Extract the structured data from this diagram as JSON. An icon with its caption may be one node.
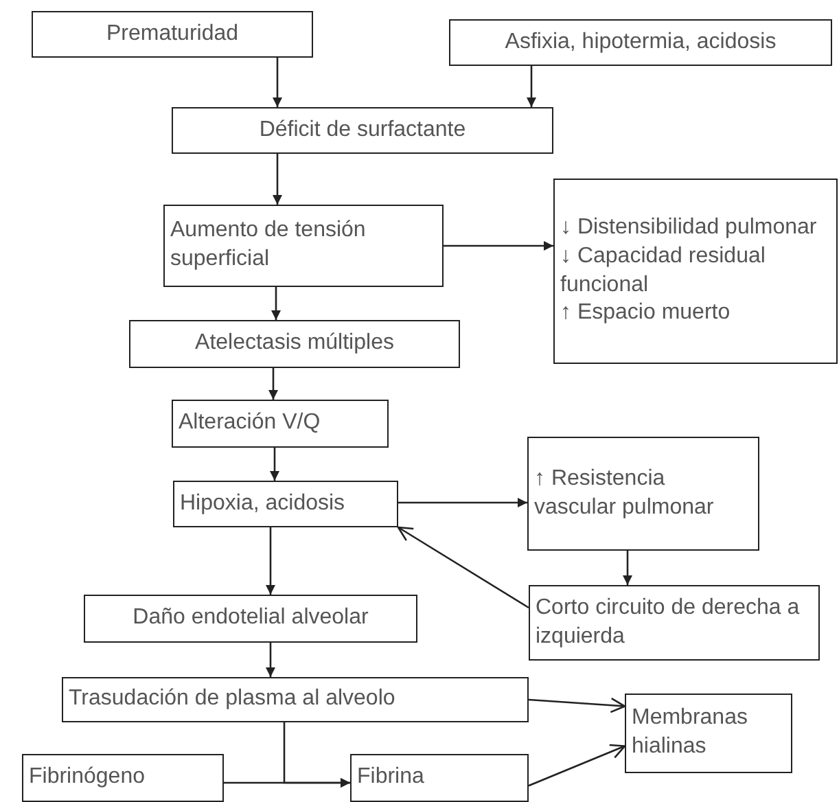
{
  "diagram": {
    "nodes": [
      {
        "text": [
          "Prematuridad"
        ]
      },
      {
        "text": [
          "Asfixia, hipotermia, acidosis"
        ]
      },
      {
        "text": [
          "Déficit de surfactante"
        ]
      },
      {
        "text": [
          "Aumento de tensión superficial"
        ]
      },
      {
        "text": [
          "↓ Distensibilidad pulmonar",
          "↓ Capacidad residual funcional",
          "↑ Espacio muerto"
        ]
      },
      {
        "text": [
          "Atelectasis múltiples"
        ]
      },
      {
        "text": [
          "Alteración V/Q"
        ]
      },
      {
        "text": [
          "Hipoxia, acidosis"
        ]
      },
      {
        "text": [
          "↑ Resistencia vascular pulmonar"
        ]
      },
      {
        "text": [
          "Corto circuito de derecha a izquierda"
        ]
      },
      {
        "text": [
          "Daño endotelial alveolar"
        ]
      },
      {
        "text": [
          "Trasudación de plasma al alveolo"
        ]
      },
      {
        "text": [
          "Membranas hialinas"
        ]
      },
      {
        "text": [
          "Fibrinógeno"
        ]
      },
      {
        "text": [
          "Fibrina"
        ]
      }
    ],
    "edges": [
      {
        "from": 0,
        "to": 2,
        "arrow": "to"
      },
      {
        "from": 1,
        "to": 2,
        "arrow": "to"
      },
      {
        "from": 2,
        "to": 3,
        "arrow": "to"
      },
      {
        "from": 3,
        "to": 4,
        "arrow": "to"
      },
      {
        "from": 3,
        "to": 5,
        "arrow": "to"
      },
      {
        "from": 5,
        "to": 6,
        "arrow": "to"
      },
      {
        "from": 6,
        "to": 7,
        "arrow": "to"
      },
      {
        "from": 7,
        "to": 8,
        "arrow": "to"
      },
      {
        "from": 8,
        "to": 9,
        "arrow": "to"
      },
      {
        "from": 9,
        "to": 7,
        "arrow": "to"
      },
      {
        "from": 7,
        "to": 10,
        "arrow": "to"
      },
      {
        "from": 10,
        "to": 11,
        "arrow": "to"
      },
      {
        "from": 11,
        "to": 14,
        "arrow": "to"
      },
      {
        "from": 13,
        "to": 14,
        "arrow": "to"
      },
      {
        "from": 11,
        "to": 12,
        "arrow": "to"
      },
      {
        "from": 14,
        "to": 12,
        "arrow": "to"
      }
    ]
  }
}
